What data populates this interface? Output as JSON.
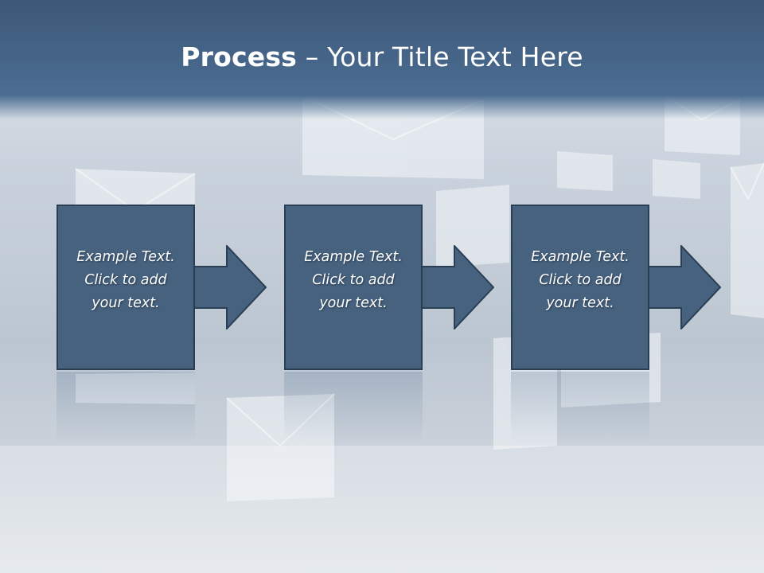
{
  "slide": {
    "title_bold": "Process",
    "title_rest": " – Your Title Text Here"
  },
  "steps": [
    {
      "line1": "Example Text.",
      "line2": "Click  to add",
      "line3": "your text."
    },
    {
      "line1": "Example Text.",
      "line2": "Click  to add",
      "line3": "your text."
    },
    {
      "line1": "Example Text.",
      "line2": "Click  to add",
      "line3": "your text."
    }
  ],
  "colors": {
    "box_fill": "#46627f",
    "box_border": "#2a3e54",
    "title_bar": "#46668a",
    "text": "#ffffff"
  }
}
